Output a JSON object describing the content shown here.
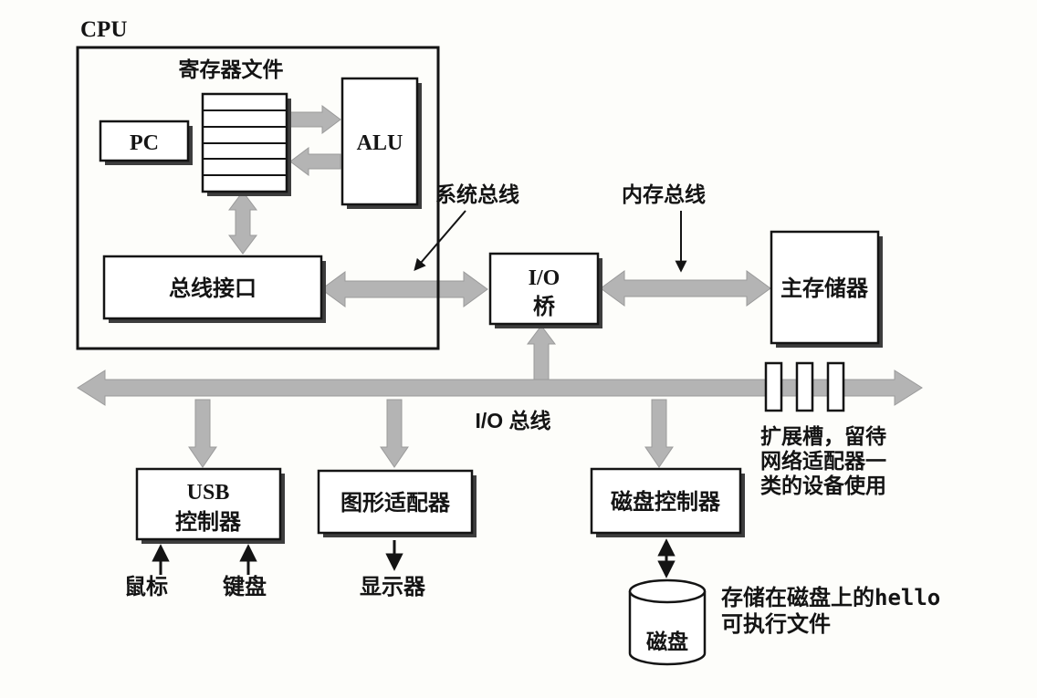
{
  "labels": {
    "cpu": "CPU",
    "register_file": "寄存器文件",
    "pc": "PC",
    "alu": "ALU",
    "bus_interface": "总线接口",
    "system_bus": "系统总线",
    "memory_bus": "内存总线",
    "io_bridge_line1": "I/O",
    "io_bridge_line2": "桥",
    "main_memory": "主存储器",
    "io_bus": "I/O 总线",
    "usb_line1": "USB",
    "usb_line2": "控制器",
    "graphics_adapter": "图形适配器",
    "disk_controller": "磁盘控制器",
    "mouse": "鼠标",
    "keyboard": "键盘",
    "display": "显示器",
    "disk": "磁盘",
    "expansion_line1": "扩展槽，留待",
    "expansion_line2": "网络适配器一",
    "expansion_line3": "类的设备使用",
    "hello_prefix": "存储在磁盘上的",
    "hello_code": "hello",
    "hello_line2": "可执行文件"
  },
  "colors": {
    "arrow_gray": "#b4b4b4",
    "box_fill": "#ffffff",
    "box_border": "#141414",
    "shadow": "#3d3d3d",
    "background": "#fdfdfa"
  }
}
